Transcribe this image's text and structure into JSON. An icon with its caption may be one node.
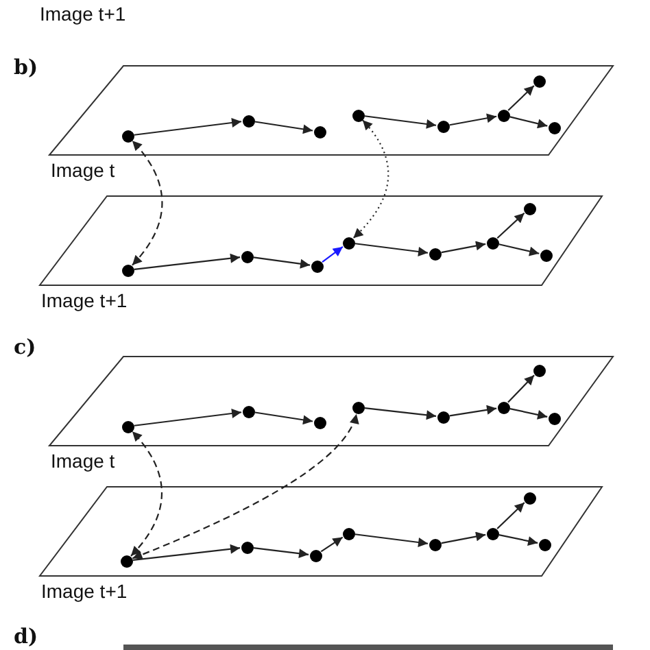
{
  "diagram": {
    "nodes": [
      {
        "text": [
          "Image t"
        ]
      },
      {
        "text": [],
        "shape": "circle",
        "in": 0
      },
      {
        "text": [],
        "shape": "circle",
        "in": 0
      },
      {
        "text": [],
        "shape": "circle",
        "in": 0
      },
      {
        "text": [],
        "shape": "circle",
        "in": 0
      },
      {
        "text": [],
        "shape": "circle",
        "in": 0
      },
      {
        "text": [],
        "shape": "circle",
        "in": 0
      },
      {
        "text": [],
        "shape": "circle",
        "in": 0
      },
      {
        "text": [],
        "shape": "circle",
        "in": 0
      },
      {
        "text": [
          "Image t+1"
        ]
      },
      {
        "text": [],
        "shape": "circle",
        "in": 9
      },
      {
        "text": [],
        "shape": "circle",
        "in": 9
      },
      {
        "text": [],
        "shape": "circle",
        "in": 9
      },
      {
        "text": [],
        "shape": "circle",
        "in": 9
      },
      {
        "text": [],
        "shape": "circle",
        "in": 9
      },
      {
        "text": [],
        "shape": "circle",
        "in": 9
      },
      {
        "text": [],
        "shape": "circle",
        "in": 9
      },
      {
        "text": [],
        "shape": "circle",
        "in": 9
      },
      {
        "text": [
          "Image t"
        ]
      },
      {
        "text": [],
        "shape": "circle",
        "in": 18
      },
      {
        "text": [],
        "shape": "circle",
        "in": 18
      },
      {
        "text": [],
        "shape": "circle",
        "in": 18
      },
      {
        "text": [],
        "shape": "circle",
        "in": 18
      },
      {
        "text": [],
        "shape": "circle",
        "in": 18
      },
      {
        "text": [],
        "shape": "circle",
        "in": 18
      },
      {
        "text": [],
        "shape": "circle",
        "in": 18
      },
      {
        "text": [],
        "shape": "circle",
        "in": 18
      },
      {
        "text": [
          "Image t+1"
        ]
      },
      {
        "text": [],
        "shape": "circle",
        "in": 27
      },
      {
        "text": [],
        "shape": "circle",
        "in": 27
      },
      {
        "text": [],
        "shape": "circle",
        "in": 27
      },
      {
        "text": [],
        "shape": "circle",
        "in": 27
      },
      {
        "text": [],
        "shape": "circle",
        "in": 27
      },
      {
        "text": [],
        "shape": "circle",
        "in": 27
      },
      {
        "text": [],
        "shape": "circle",
        "in": 27
      },
      {
        "text": [],
        "shape": "circle",
        "in": 27
      }
    ],
    "edges": [
      {
        "from": 1,
        "to": 2,
        "arrow": "to"
      },
      {
        "from": 2,
        "to": 3,
        "arrow": "to"
      },
      {
        "from": 4,
        "to": 5,
        "arrow": "to"
      },
      {
        "from": 5,
        "to": 6,
        "arrow": "to"
      },
      {
        "from": 6,
        "to": 7,
        "arrow": "to"
      },
      {
        "from": 6,
        "to": 8,
        "arrow": "to"
      },
      {
        "from": 10,
        "to": 11,
        "arrow": "to"
      },
      {
        "from": 11,
        "to": 12,
        "arrow": "to"
      },
      {
        "from": 12,
        "to": 13,
        "arrow": "to",
        "color": "#1a1aff"
      },
      {
        "from": 13,
        "to": 14,
        "arrow": "to"
      },
      {
        "from": 14,
        "to": 15,
        "arrow": "to"
      },
      {
        "from": 15,
        "to": 16,
        "arrow": "to"
      },
      {
        "from": 15,
        "to": 17,
        "arrow": "to"
      },
      {
        "from": 10,
        "to": 1,
        "arrow": "both",
        "style": "dashed"
      },
      {
        "from": 4,
        "to": 13,
        "arrow": "both",
        "style": "dashed"
      },
      {
        "from": 19,
        "to": 20,
        "arrow": "to"
      },
      {
        "from": 20,
        "to": 21,
        "arrow": "to"
      },
      {
        "from": 22,
        "to": 23,
        "arrow": "to"
      },
      {
        "from": 23,
        "to": 24,
        "arrow": "to"
      },
      {
        "from": 24,
        "to": 25,
        "arrow": "to"
      },
      {
        "from": 24,
        "to": 26,
        "arrow": "to"
      },
      {
        "from": 28,
        "to": 29,
        "arrow": "to"
      },
      {
        "from": 29,
        "to": 30,
        "arrow": "to"
      },
      {
        "from": 30,
        "to": 31,
        "arrow": "to"
      },
      {
        "from": 31,
        "to": 32,
        "arrow": "to"
      },
      {
        "from": 32,
        "to": 33,
        "arrow": "to"
      },
      {
        "from": 33,
        "to": 34,
        "arrow": "to"
      },
      {
        "from": 33,
        "to": 35,
        "arrow": "to"
      },
      {
        "from": 28,
        "to": 19,
        "arrow": "both",
        "style": "dashed"
      },
      {
        "from": 28,
        "to": 22,
        "arrow": "both",
        "style": "dashed"
      }
    ],
    "labels": [
      "Image t+1",
      "b)",
      "c)",
      "d)"
    ]
  }
}
